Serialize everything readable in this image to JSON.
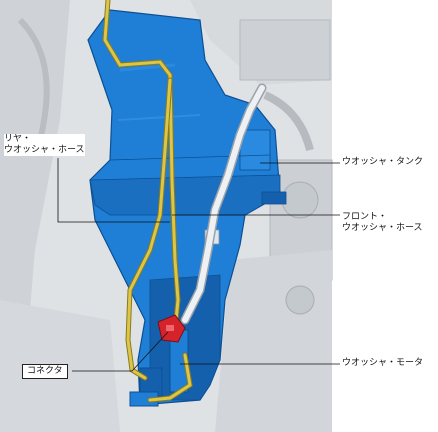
{
  "callouts": {
    "rear_hose_line1": "リヤ・",
    "rear_hose_line2": "ウオッシャ・ホース",
    "tank": "ウオッシャ・タンク",
    "front_hose_line1": "フロント・",
    "front_hose_line2": "ウオッシャ・ホース",
    "connector": "コネクタ",
    "motor": "ウオッシャ・モータ"
  },
  "colors": {
    "tank": "#1f7fd6",
    "tank_dark": "#1560ad",
    "hose_yellow": "#c8b53a",
    "hose_white": "#e9ecef",
    "connector_red": "#d4232b",
    "engine_gray": "#c4c8cc"
  }
}
